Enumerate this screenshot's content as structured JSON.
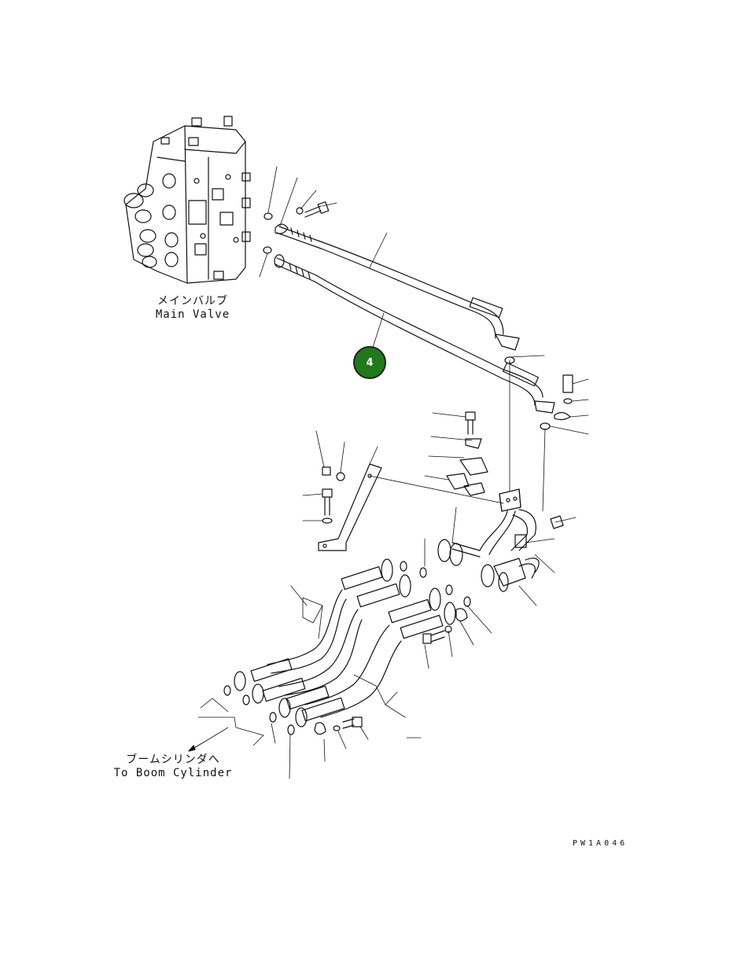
{
  "labels": {
    "main_valve_jp": "メインバルブ",
    "main_valve_en": "Main Valve",
    "boom_cyl_jp": "ブームシリンダへ",
    "boom_cyl_en": "To Boom Cylinder"
  },
  "callout": {
    "number": "4",
    "color": "#1f7a1a"
  },
  "figure_code": "PW1A046"
}
